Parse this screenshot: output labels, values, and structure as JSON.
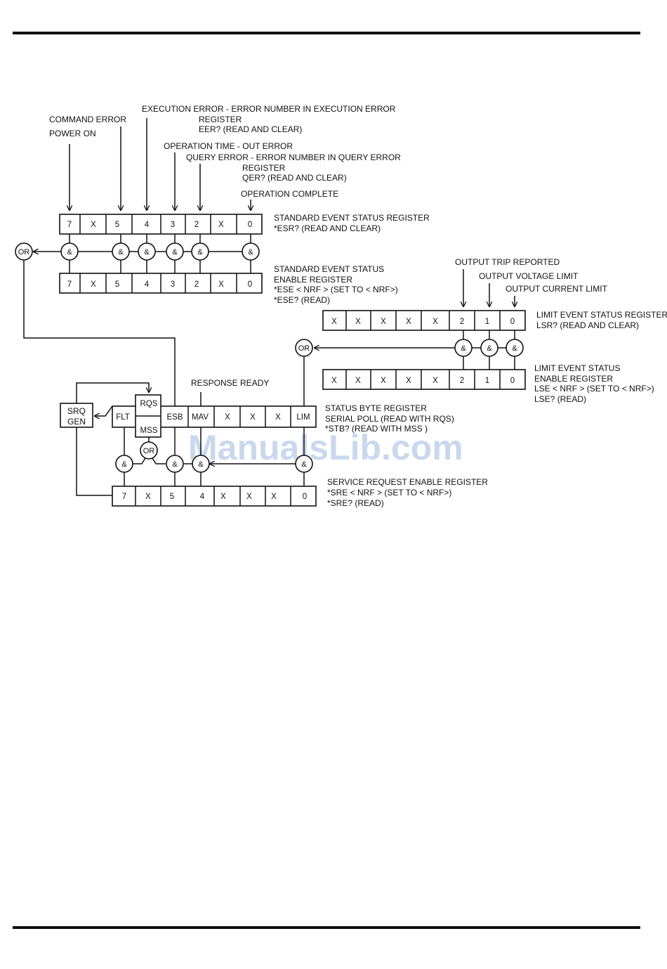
{
  "watermark": "ManualsLib.com",
  "standard_event": {
    "inputs": {
      "power_on": "POWER ON",
      "command_error": "COMMAND ERROR",
      "execution_error": [
        "EXECUTION ERROR - ERROR NUMBER IN EXECUTION ERROR",
        "REGISTER",
        "EER? (READ AND CLEAR)"
      ],
      "operation_timeout": "OPERATION TIME - OUT ERROR",
      "query_error": [
        "QUERY ERROR - ERROR NUMBER IN QUERY ERROR",
        "REGISTER",
        "QER? (READ AND CLEAR)"
      ],
      "operation_complete": "OPERATION COMPLETE"
    },
    "status_register": {
      "cells": [
        "7",
        "X",
        "5",
        "4",
        "3",
        "2",
        "X",
        "0"
      ],
      "label": [
        "STANDARD EVENT STATUS REGISTER",
        "*ESR? (READ AND CLEAR)"
      ]
    },
    "enable_register": {
      "cells": [
        "7",
        "X",
        "5",
        "4",
        "3",
        "2",
        "X",
        "0"
      ],
      "label": [
        "STANDARD EVENT STATUS",
        "ENABLE REGISTER",
        "*ESE  < NRF > (SET TO < NRF>)",
        "*ESE? (READ)"
      ]
    }
  },
  "limit_event": {
    "inputs": {
      "output_trip": "OUTPUT TRIP REPORTED",
      "output_voltage_limit": "OUTPUT VOLTAGE LIMIT",
      "output_current_limit": "OUTPUT CURRENT LIMIT"
    },
    "status_register": {
      "cells": [
        "X",
        "X",
        "X",
        "X",
        "X",
        "2",
        "1",
        "0"
      ],
      "label": [
        "LIMIT EVENT STATUS REGISTER",
        "LSR? (READ AND CLEAR)"
      ]
    },
    "enable_register": {
      "cells": [
        "X",
        "X",
        "X",
        "X",
        "X",
        "2",
        "1",
        "0"
      ],
      "label": [
        "LIMIT EVENT STATUS",
        "ENABLE REGISTER",
        "LSE  < NRF > (SET TO < NRF>)",
        "LSE? (READ)"
      ]
    }
  },
  "status_byte": {
    "response_ready": "RESPONSE READY",
    "srq_gen": [
      "SRQ",
      "GEN"
    ],
    "rqs": "RQS",
    "mss": "MSS",
    "cells": [
      "FLT",
      "ESB",
      "MAV",
      "X",
      "X",
      "X",
      "LIM"
    ],
    "label": [
      "STATUS BYTE REGISTER",
      "SERIAL POLL (READ WITH RQS)",
      "*STB?  (READ WITH MSS )"
    ]
  },
  "service_request": {
    "cells": [
      "7",
      "X",
      "5",
      "4",
      "X",
      "X",
      "X",
      "0"
    ],
    "label": [
      "SERVICE REQUEST ENABLE REGISTER",
      "*SRE  < NRF > (SET TO < NRF>)",
      "*SRE? (READ)"
    ]
  },
  "gates": {
    "and": "&",
    "or": "OR"
  }
}
